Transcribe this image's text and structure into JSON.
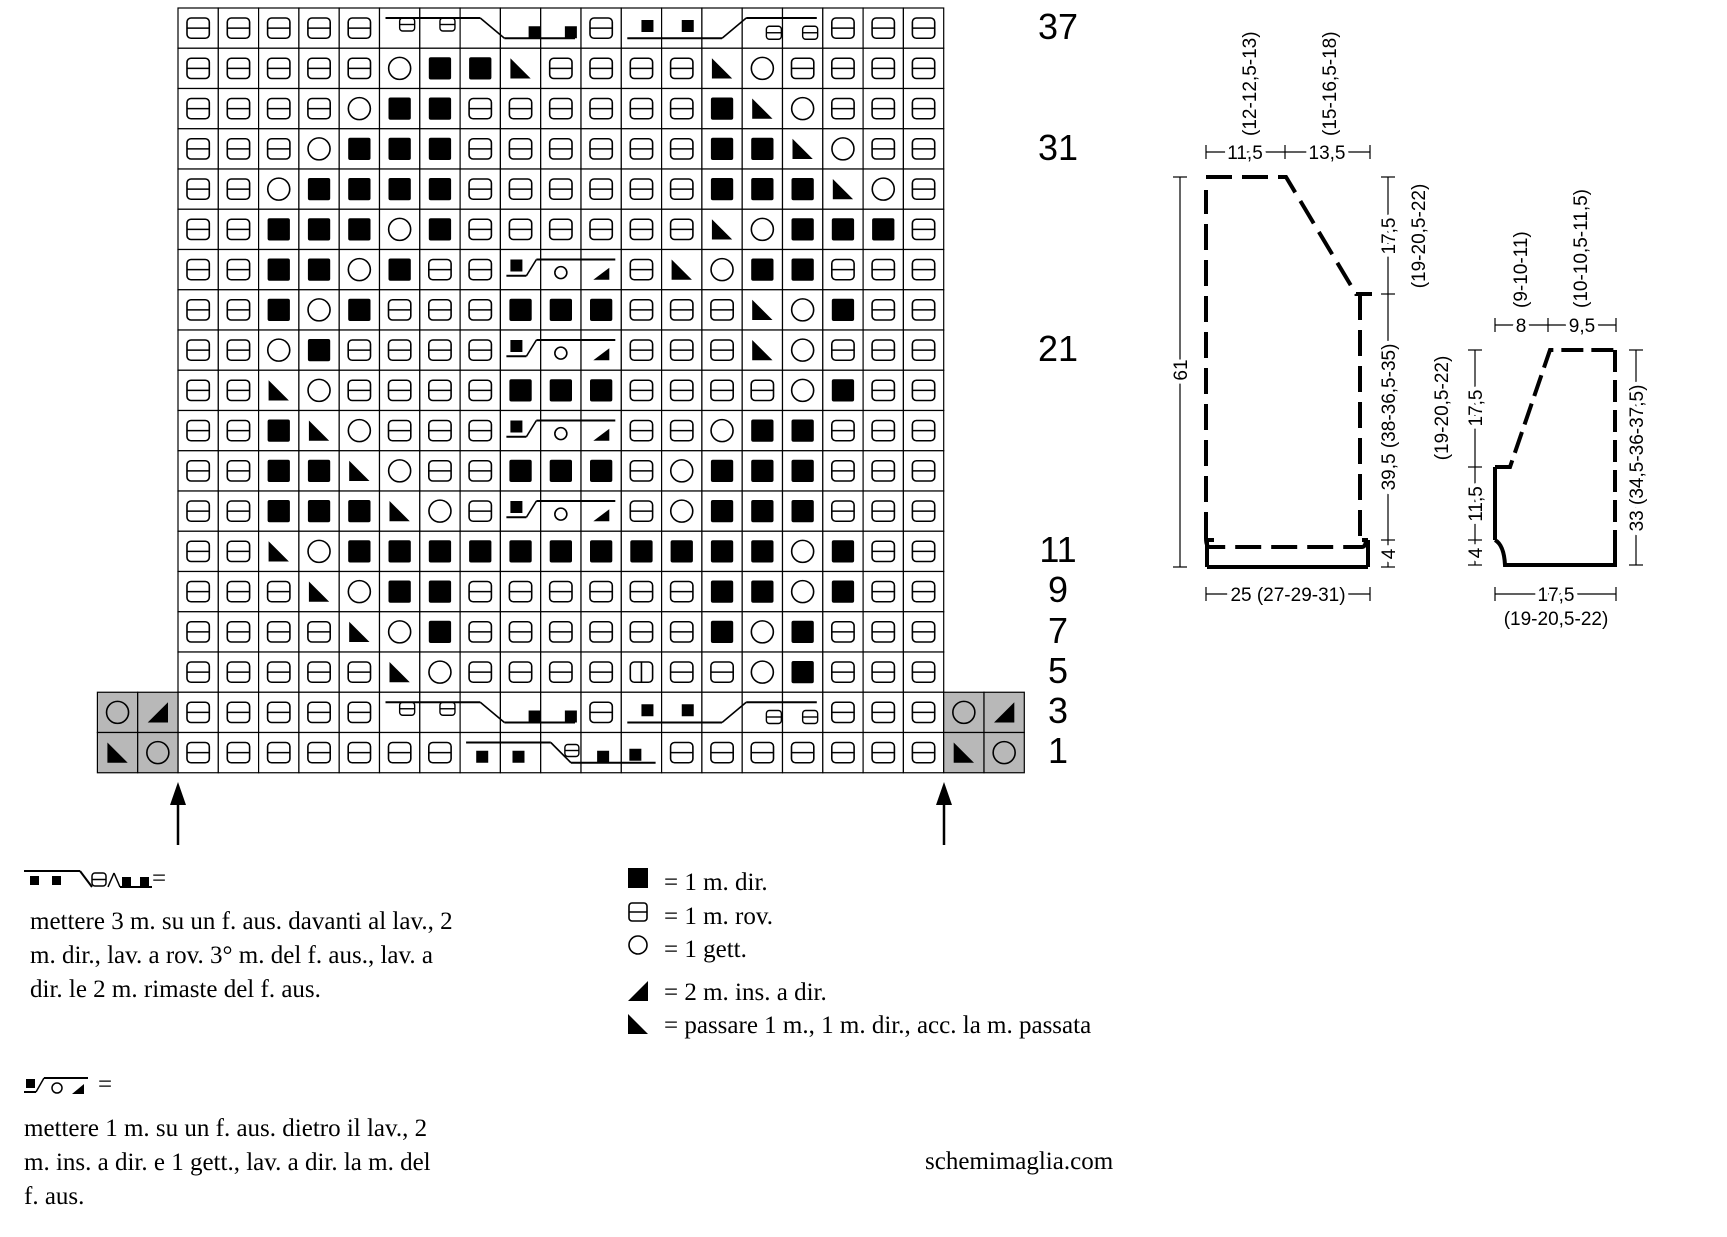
{
  "chart_rows": [
    "PPPPP[LLLLL]P[RRRRR]PPPPP",
    "PPPPPOK12PPPPSOPPPPP",
    "PPPPOKKPPPPPPKSOPPPP",
    "PPPOKKKPPPPPPKKSOPPP",
    "PPOKKKKPPPPPPKKKSOPP",
    "PPKKKOKPPPPPPSOKKKPP",
    "PPKKOKPP[CCC]PSOKKPP",
    "PPKOKPPPKKKPPPSOKPP",
    "PPOKPPPP[CCC]PPPSOPP",
    "PPSOPPPPKKKPPPPOKPP",
    "PPKSOPPP[CCC]PPOKKPP",
    "PPKKSOPPKKKPOKKKPP",
    "PPKKKSOP[CCC]POKKKPP",
    "PPSOKKKKKKKKKKKOKPP",
    "PPPSOKKPPPPPPKKOKPPP",
    "PPPPSOKPPPPPPKOKPPPP",
    "PPPPPSOPPPPVPPOKPPPPP",
    "PPPPP[LLLLL]P[RRRRR]PPPPP",
    "PPPPPPP[XXXXX]PPPPPPP"
  ],
  "row_numbers": [
    "37",
    "31",
    "21",
    "11",
    "9",
    "7",
    "5",
    "3",
    "1"
  ],
  "legend": {
    "knit": "= 1 m. dir.",
    "purl": "= 1 m. rov.",
    "yo": "= 1 gett.",
    "k2tog": "= 2 m. ins. a dir.",
    "ssk": "= passare 1 m., 1 m. dir., acc. la m. passata"
  },
  "cable1": {
    "equals": "=",
    "lines": [
      "mettere 3 m. su un f. aus. davanti al lav., 2",
      "m. dir., lav. a rov. 3° m. del f. aus., lav. a",
      "dir. le 2 m. rimaste del f. aus."
    ]
  },
  "cable2": {
    "equals": "=",
    "lines": [
      "mettere 1 m. su un f. aus. dietro il lav., 2",
      "m. ins. a dir. e 1 gett., lav. a dir. la m. del",
      "f. aus."
    ]
  },
  "site": "schemimaglia.com",
  "schematic_body": {
    "top_alt_left": "(12-12,5-13)",
    "top_alt_right": "(15-16,5-18)",
    "top_left": "11,5",
    "top_right": "13,5",
    "right_top": "17,5",
    "right_top_alt": "(19-20,5-22)",
    "right_mid": "39,5 (38-36,5-35)",
    "right_bottom": "4",
    "left": "61",
    "bottom": "25 (27-29-31)"
  },
  "schematic_sleeve": {
    "top_alt_left": "(9-10-11)",
    "top_alt_right": "(10-10,5-11,5)",
    "top_left": "8",
    "top_right": "9,5",
    "left_top_alt": "(19-20,5-22)",
    "left_top": "17,5",
    "left_mid": "11,5",
    "left_bottom": "4",
    "right": "33 (34,5-36-37,5)",
    "bottom": "17,5",
    "bottom_alt": "(19-20,5-22)"
  },
  "colors": {
    "ink": "#000000",
    "edge_fill": "#b8b8b8",
    "paper": "#ffffff"
  }
}
